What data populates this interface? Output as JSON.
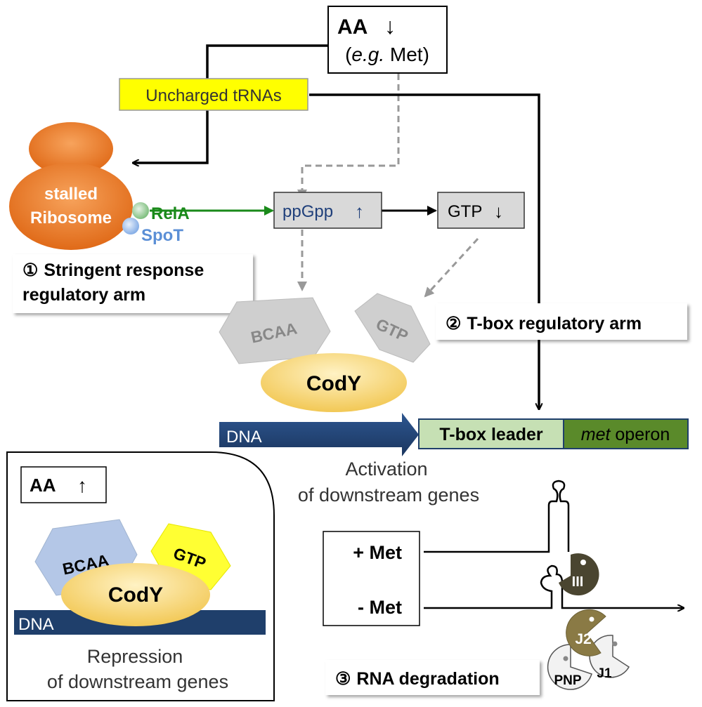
{
  "colors": {
    "ribosome": "#ec7a28",
    "tRNA_box": "#ffff00",
    "relA": "#1a8a1a",
    "spoT": "#5b8fd6",
    "signal_box": "#d9d9d9",
    "ppGpp_text": "#1f3f7a",
    "hexagon_gray": "#cfcfcf",
    "cody": "#f5d67a",
    "dna": "#1f3f6b",
    "tbox_leader": "#c6e0b4",
    "met_operon": "#5a8a2a",
    "bcaa_blue": "#b4c7e7",
    "gtp_yellow": "#ffff33",
    "rnase_iii": "#4a4530",
    "rnase_j2": "#8a7a45"
  },
  "aa_box": {
    "label": "AA",
    "arrow": "↓",
    "example_prefix": "(",
    "example_italic": "e.g.",
    "example_rest": " Met)"
  },
  "uncharged_trnas": "Uncharged tRNAs",
  "ribosome": {
    "line1": "stalled",
    "line2": "Ribosome"
  },
  "relA": "RelA",
  "spoT": "SpoT",
  "ppGpp": {
    "label": "ppGpp",
    "arrow": "↑"
  },
  "gtp_box": {
    "label": "GTP",
    "arrow": "↓"
  },
  "stringent_arm": {
    "num": "①",
    "line1": "Stringent response",
    "line2": "regulatory arm"
  },
  "tbox_arm": {
    "num": "②",
    "label": "T-box regulatory arm"
  },
  "bcaa": "BCAA",
  "gtp_hex": "GTP",
  "cody": "CodY",
  "dna": "DNA",
  "tbox_leader": "T-box leader",
  "met_operon": {
    "italic": "met",
    "rest": " operon"
  },
  "activation": {
    "line1": "Activation",
    "line2": "of downstream genes"
  },
  "inset": {
    "aa_label": "AA",
    "aa_arrow": "↑",
    "bcaa": "BCAA",
    "gtp": "GTP",
    "cody": "CodY",
    "dna": "DNA",
    "line1": "Repression",
    "line2": "of downstream genes"
  },
  "met_conditions": {
    "plus": "+ Met",
    "minus": "-  Met"
  },
  "rnases": {
    "iii": "III",
    "j2": "J2",
    "j1": "J1",
    "pnp": "PNP"
  },
  "rna_degradation": {
    "num": "③",
    "label": "RNA degradation"
  }
}
